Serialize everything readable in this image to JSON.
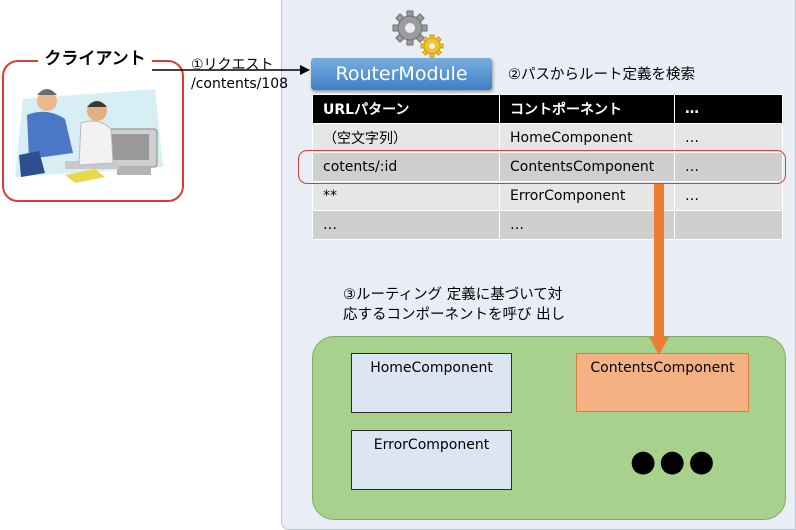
{
  "client": {
    "label": "クライアント"
  },
  "request": {
    "step_label": "①リクエスト",
    "path": "/contents/108"
  },
  "router": {
    "label": "RouterModule"
  },
  "step2": {
    "label": "②パスからルート定義を検索"
  },
  "route_table": {
    "headers": [
      "URLパターン",
      "コントポーネント",
      "…"
    ],
    "rows": [
      [
        "（空文字列）",
        "HomeComponent",
        "…"
      ],
      [
        "cotents/:id",
        "ContentsComponent",
        "…"
      ],
      [
        "**",
        "ErrorComponent",
        "…"
      ],
      [
        "…",
        "…",
        ""
      ]
    ]
  },
  "step3": {
    "line1": "③ルーティング 定義に基づいて対",
    "line2": "応するコンポーネントを呼び 出し"
  },
  "components": {
    "home": "HomeComponent",
    "contents": "ContentsComponent",
    "error": "ErrorComponent",
    "more": "●●●"
  },
  "colors": {
    "highlight_border": "#e03a32",
    "router_fill": "#4f8fd0",
    "component_area": "#a9d18e",
    "active_component": "#f4b183",
    "arrow": "#ed7d31"
  }
}
